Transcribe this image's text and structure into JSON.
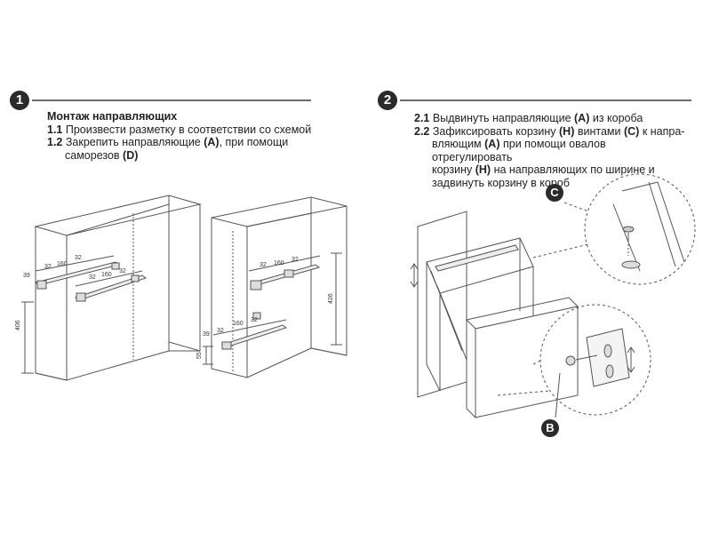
{
  "step1": {
    "number": "1",
    "heading": "Монтаж направляющих",
    "item1_num": "1.1",
    "item1_text": "Произвести разметку в соответствии со схемой",
    "item2_num": "1.2",
    "item2_pre": "Закрепить направляющие",
    "item2_code": "(A)",
    "item2_post": ", при помощи",
    "item2_line2_pre": "саморезов",
    "item2_line2_code": "(D)"
  },
  "step2": {
    "number": "2",
    "item1_num": "2.1",
    "item1_pre": "Выдвинуть направляющие",
    "item1_code": "(A)",
    "item1_post": "из короба",
    "item2_num": "2.2",
    "item2_l1_pre": "Зафиксировать корзину",
    "item2_l1_code1": "(H)",
    "item2_l1_mid": "винтами",
    "item2_l1_code2": "(C)",
    "item2_l1_post": "к напра-",
    "item2_l2_pre": "вляющим",
    "item2_l2_code": "(A)",
    "item2_l2_post": "при помощи овалов отрегулировать",
    "item2_l3_pre": "корзину",
    "item2_l3_code": "(H)",
    "item2_l3_post": "на направляющих по ширине и",
    "item2_l4": "задвинуть корзину в короб"
  },
  "callouts": {
    "c": "C",
    "b": "B"
  },
  "dimensions": {
    "left_cabinet": {
      "d39": "39",
      "d32a": "32",
      "d160": "160",
      "d32b": "32",
      "d32c": "32",
      "d160b": "160",
      "d32d": "32",
      "d406": "406"
    },
    "right_cabinet": {
      "d32a": "32",
      "d160": "160",
      "d32b": "32",
      "d39": "39",
      "d32c": "32",
      "d160b": "160",
      "d32d": "32",
      "d55": "55",
      "d426": "426"
    }
  },
  "colors": {
    "badge": "#2b2b2b",
    "rule": "#6a6a6a",
    "line": "#555555"
  }
}
